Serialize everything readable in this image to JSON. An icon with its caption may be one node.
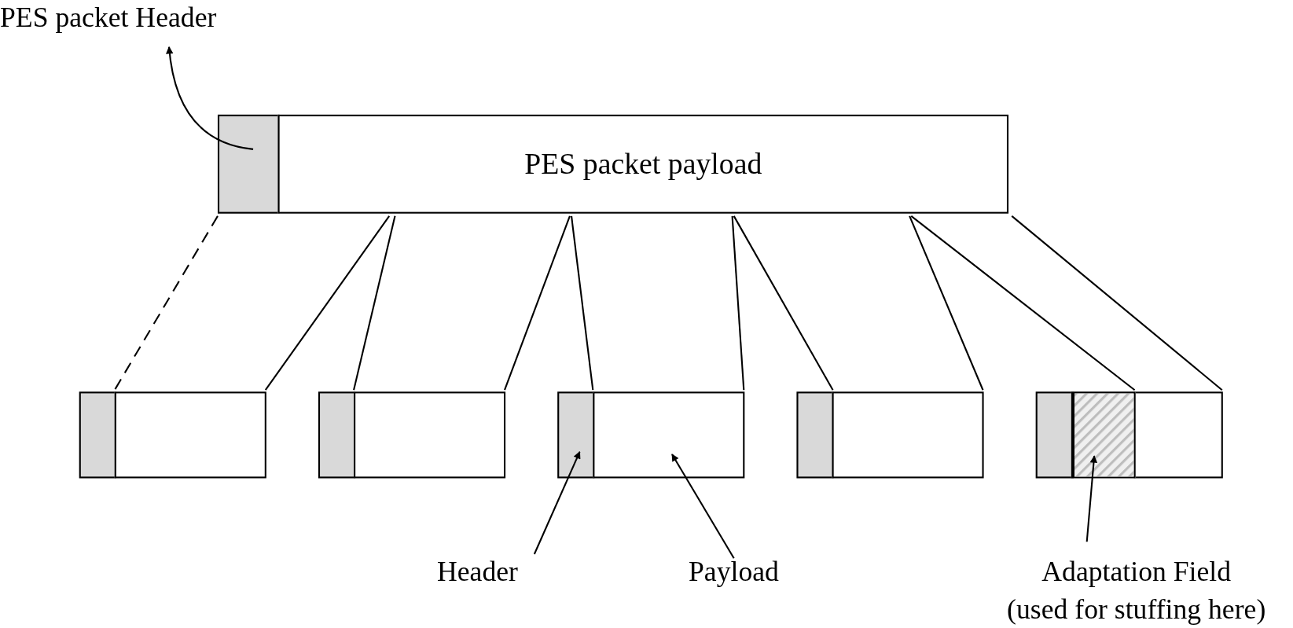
{
  "diagram": {
    "nodes": [
      {
        "text": [],
        "shape": "box"
      },
      {
        "text": [
          "PES packet payload"
        ]
      },
      {
        "text": [
          "PES packet Header"
        ]
      },
      {
        "text": [],
        "shape": "box"
      },
      {
        "text": [],
        "shape": "box"
      },
      {
        "text": [],
        "shape": "box"
      },
      {
        "text": [],
        "shape": "box"
      },
      {
        "text": [],
        "shape": "box"
      },
      {
        "text": [],
        "shape": "box"
      },
      {
        "text": [],
        "shape": "box"
      },
      {
        "text": [],
        "shape": "box"
      },
      {
        "text": [],
        "shape": "box"
      },
      {
        "text": [],
        "shape": "box"
      },
      {
        "text": [],
        "shape": "box"
      },
      {
        "text": [
          "Header"
        ]
      },
      {
        "text": [
          "Payload"
        ]
      },
      {
        "text": [
          "Adaptation Field (used for stuffing here)"
        ]
      }
    ],
    "edges": [
      {
        "from": 0,
        "to": 2,
        "arrow": "to"
      },
      {
        "from": 0,
        "to": 4,
        "arrow": "none",
        "style": "dashed"
      },
      {
        "from": 1,
        "to": 4,
        "arrow": "none"
      },
      {
        "from": 1,
        "to": 6,
        "arrow": "none"
      },
      {
        "from": 1,
        "to": 6,
        "arrow": "none"
      },
      {
        "from": 1,
        "to": 8,
        "arrow": "none"
      },
      {
        "from": 1,
        "to": 8,
        "arrow": "none"
      },
      {
        "from": 1,
        "to": 10,
        "arrow": "none"
      },
      {
        "from": 1,
        "to": 10,
        "arrow": "none"
      },
      {
        "from": 1,
        "to": 13,
        "arrow": "none"
      },
      {
        "from": 1,
        "to": 13,
        "arrow": "none"
      },
      {
        "from": 14,
        "to": 7,
        "arrow": "to"
      },
      {
        "from": 15,
        "to": 8,
        "arrow": "to"
      },
      {
        "from": 16,
        "to": 12,
        "arrow": "to"
      }
    ]
  }
}
